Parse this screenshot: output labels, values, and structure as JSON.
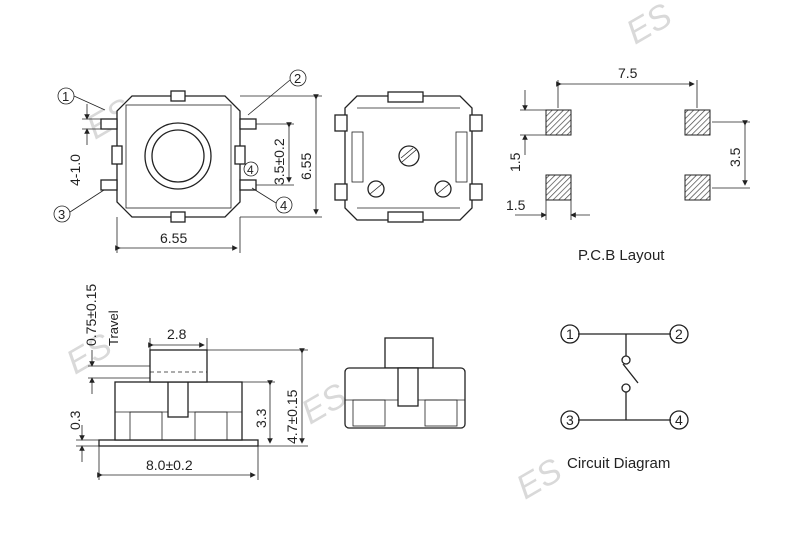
{
  "watermark": "ES",
  "top_view": {
    "dim_width": "6.55",
    "dim_height": "6.55",
    "dim_pin_pitch": "3.5±0.2",
    "dim_pin_span": "4-1.0",
    "pins": [
      "1",
      "2",
      "3",
      "4",
      "4"
    ]
  },
  "pcb_layout": {
    "title": "P.C.B Layout",
    "dim_horizontal_pitch": "7.5",
    "dim_vertical_pitch": "3.5",
    "dim_pad_height": "1.5",
    "dim_pad_width": "1.5"
  },
  "side_view": {
    "dim_actuator_width": "2.8",
    "dim_travel": "0.75±0.15",
    "travel_label": "Travel",
    "dim_lead_thickness": "0.3",
    "dim_body_height": "3.3",
    "dim_total_height": "4.7±0.15",
    "dim_base_width": "8.0±0.2"
  },
  "circuit": {
    "title": "Circuit Diagram",
    "terminals": [
      "1",
      "2",
      "3",
      "4"
    ]
  }
}
